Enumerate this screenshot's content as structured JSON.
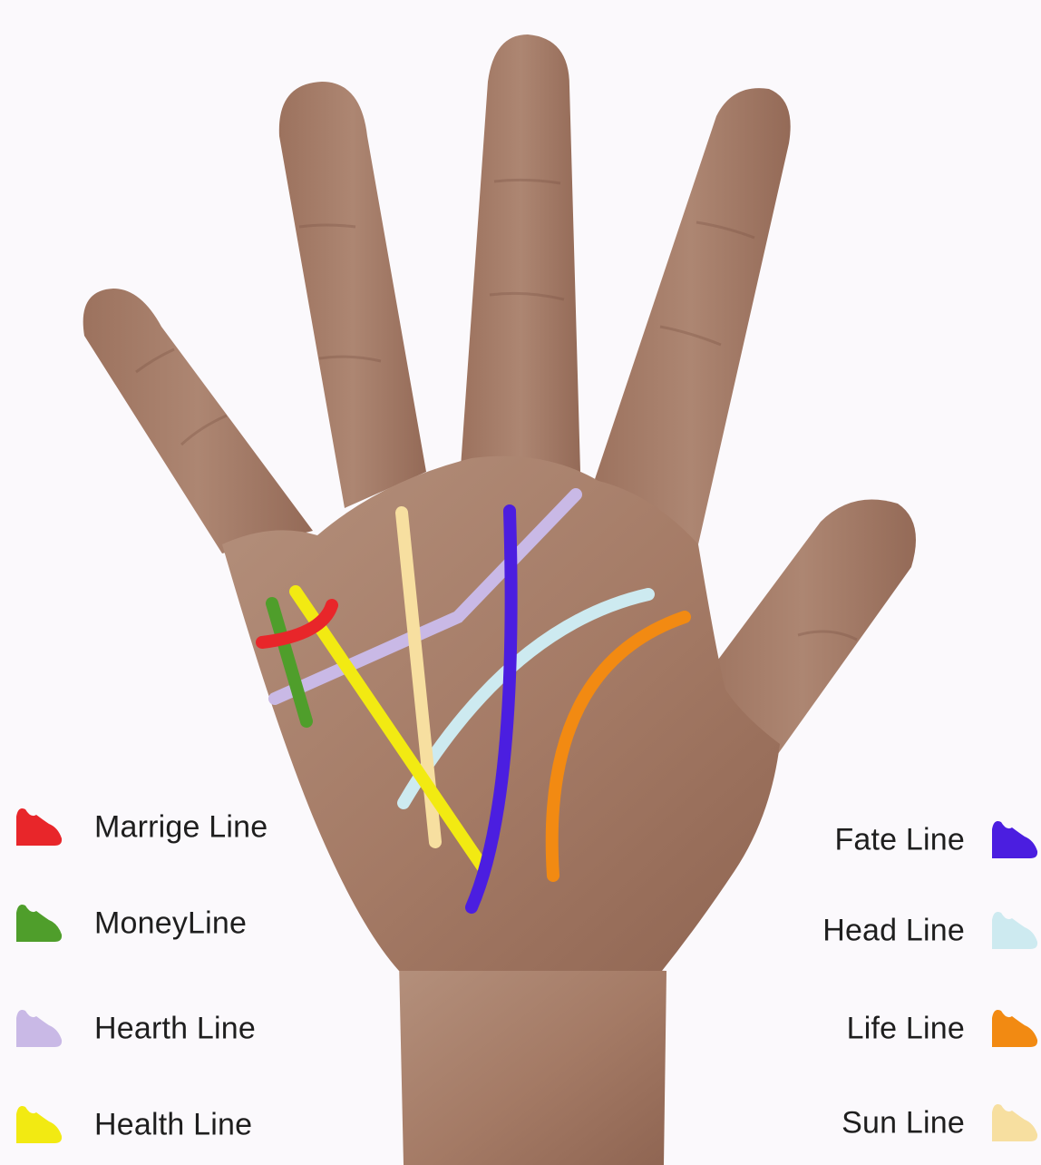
{
  "legend": {
    "left": [
      {
        "label": "Marrige Line",
        "color": "#e8262a",
        "icon": "brush-swatch-icon"
      },
      {
        "label": "MoneyLine",
        "color": "#4f9e2b",
        "icon": "brush-swatch-icon"
      },
      {
        "label": "Hearth Line",
        "color": "#c9b9e6",
        "icon": "brush-swatch-icon"
      },
      {
        "label": "Health Line",
        "color": "#f2ea12",
        "icon": "brush-swatch-icon"
      }
    ],
    "right": [
      {
        "label": "Fate Line",
        "color": "#4b1ee0",
        "icon": "brush-swatch-icon"
      },
      {
        "label": "Head Line",
        "color": "#cdeaf0",
        "icon": "brush-swatch-icon"
      },
      {
        "label": "Life Line",
        "color": "#f28a12",
        "icon": "brush-swatch-icon"
      },
      {
        "label": "Sun Line",
        "color": "#f7dfa0",
        "icon": "brush-swatch-icon"
      }
    ]
  },
  "skin_color": "#a57b66"
}
